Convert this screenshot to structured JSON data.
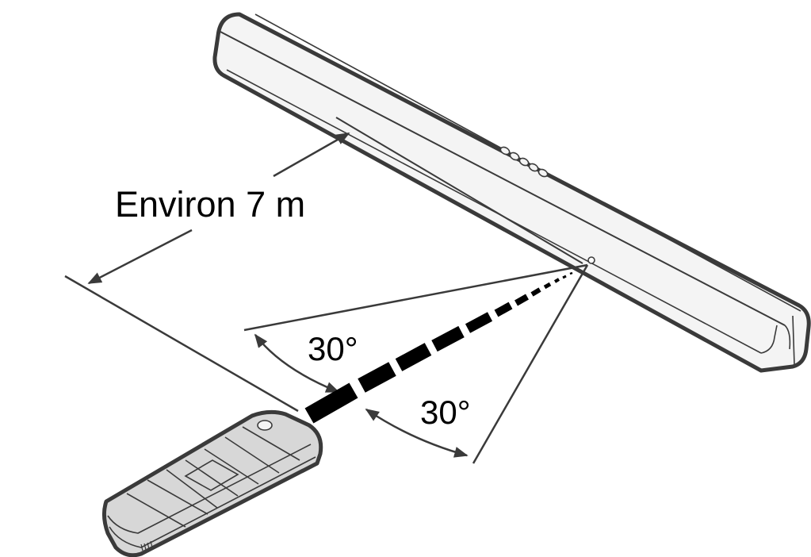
{
  "diagram": {
    "distance_label": "Environ 7 m",
    "angle_label_upper": "30°",
    "angle_label_lower": "30°"
  },
  "colors": {
    "outline": "#3a3a3a",
    "bar_fill": "#f4f4f4",
    "remote_fill": "#d7d7d7",
    "beam": "#000000"
  },
  "icons": {
    "soundbar": "soundbar-illustration",
    "remote": "remote-control-illustration",
    "ir_sensor": "ir-sensor-icon"
  }
}
